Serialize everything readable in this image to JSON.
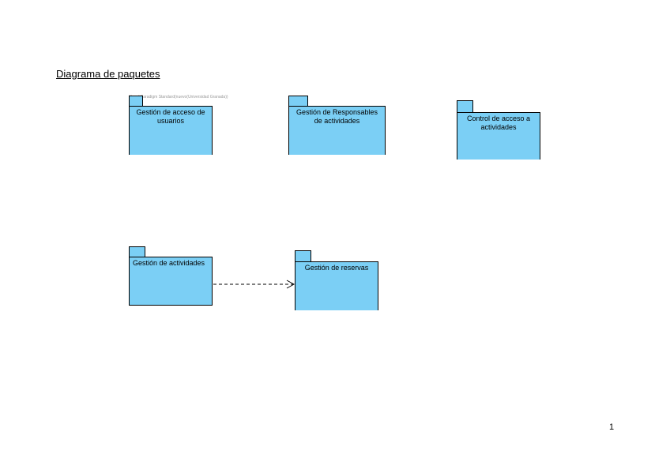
{
  "page": {
    "title": "Diagrama de paquetes",
    "watermark": "Visual Paradigm Standard(nuevo(Universidad Granada))",
    "page_number": "1"
  },
  "colors": {
    "package_fill": "#7bcff5",
    "stroke": "#000000"
  },
  "packages": [
    {
      "label": "Gestión de acceso de usuarios"
    },
    {
      "label": "Gestión de Responsables de actividades"
    },
    {
      "label": "Control de acceso a actividades"
    },
    {
      "label": "Gestión de actividades"
    },
    {
      "label": "Gestión de reservas"
    }
  ],
  "dependency": {
    "from": "Gestión de actividades",
    "to": "Gestión de reservas",
    "style": "dashed"
  }
}
